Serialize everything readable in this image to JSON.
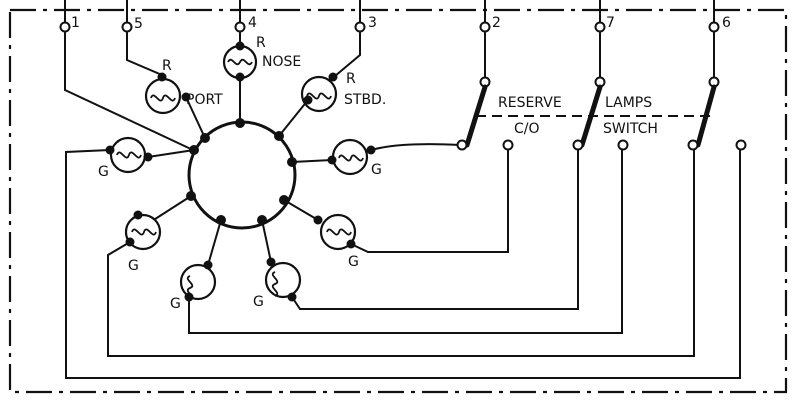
{
  "terminals": [
    "1",
    "5",
    "4",
    "3",
    "2",
    "7",
    "6"
  ],
  "lamp_labels": {
    "port_r": "R",
    "port": "PORT",
    "nose_r": "R",
    "nose": "NOSE",
    "stbd_r": "R",
    "stbd": "STBD.",
    "green": "G"
  },
  "switch_labels": {
    "reserve": "RESERVE",
    "co": "C/O",
    "lamps": "LAMPS",
    "switch": "SWITCH"
  }
}
